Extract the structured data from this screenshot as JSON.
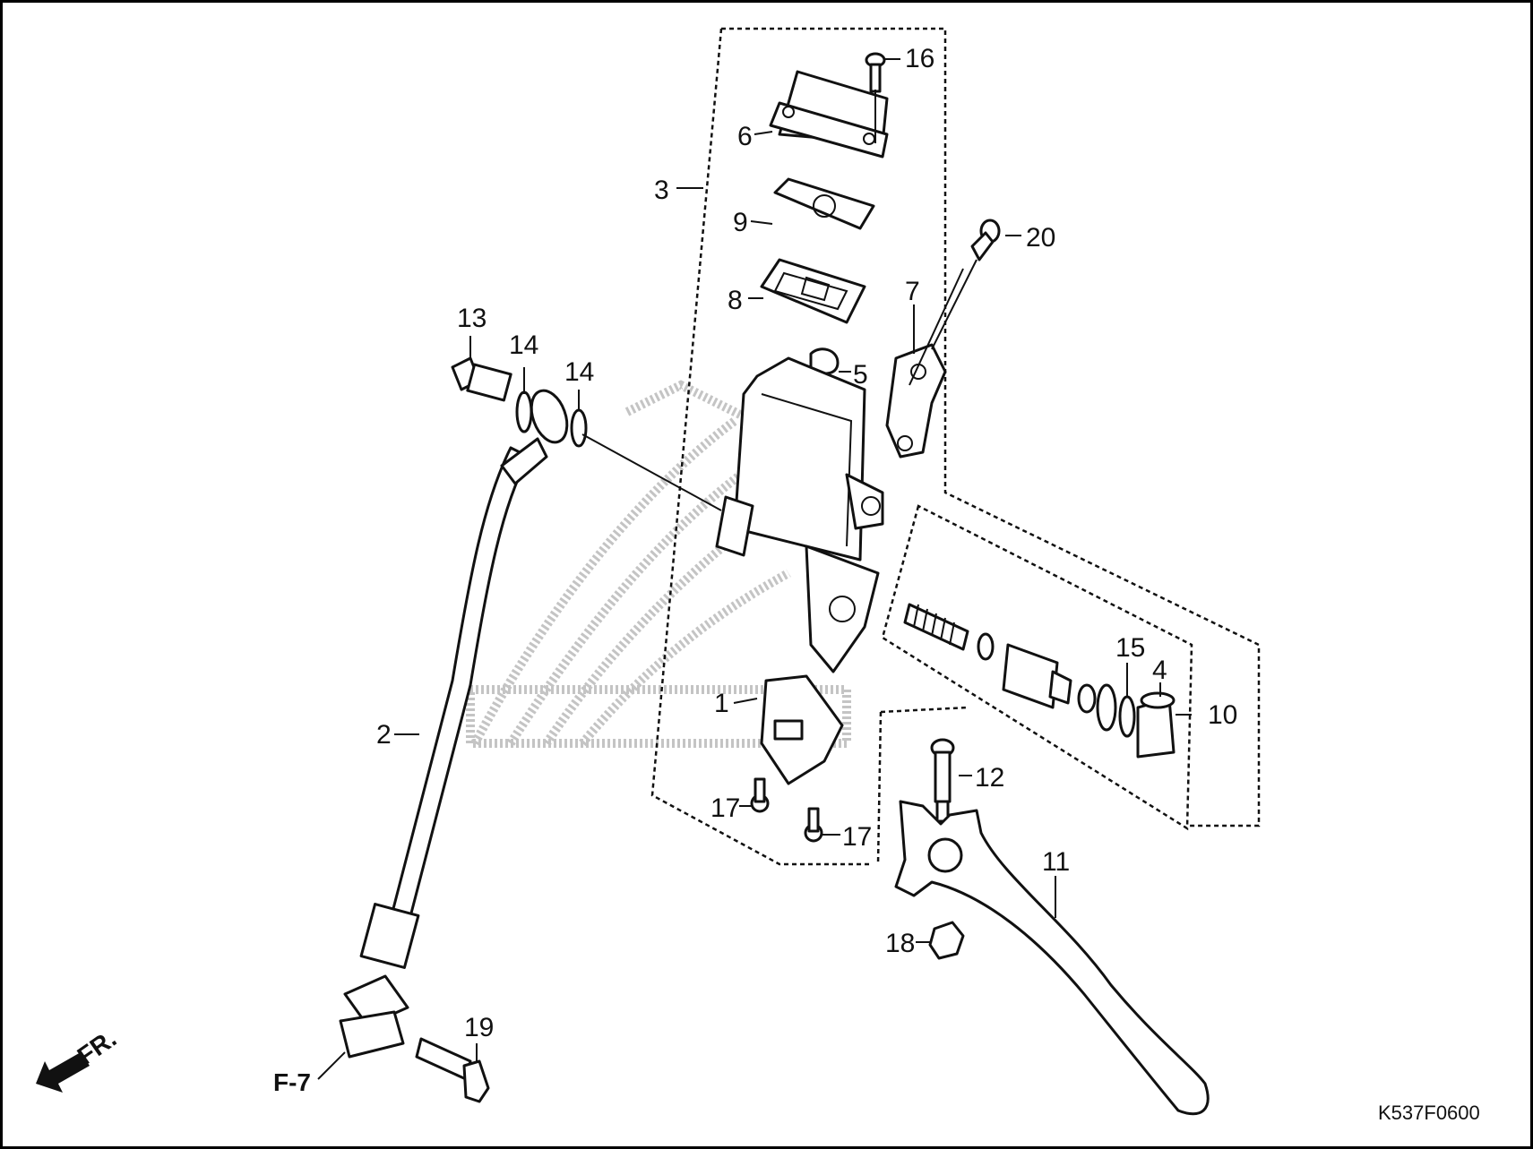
{
  "callouts": {
    "c1": "1",
    "c2": "2",
    "c3": "3",
    "c4": "4",
    "c5": "5",
    "c6": "6",
    "c7": "7",
    "c8": "8",
    "c9": "9",
    "c10": "10",
    "c11": "11",
    "c12": "12",
    "c13": "13",
    "c14a": "14",
    "c14b": "14",
    "c15": "15",
    "c16": "16",
    "c17a": "17",
    "c17b": "17",
    "c18": "18",
    "c19": "19",
    "c20": "20"
  },
  "reference": {
    "label": "F-7"
  },
  "direction": {
    "label": "FR."
  },
  "diagram_code": "K537F0600",
  "colors": {
    "line": "#111111",
    "watermark": "#c4c4c4",
    "background": "#ffffff"
  }
}
